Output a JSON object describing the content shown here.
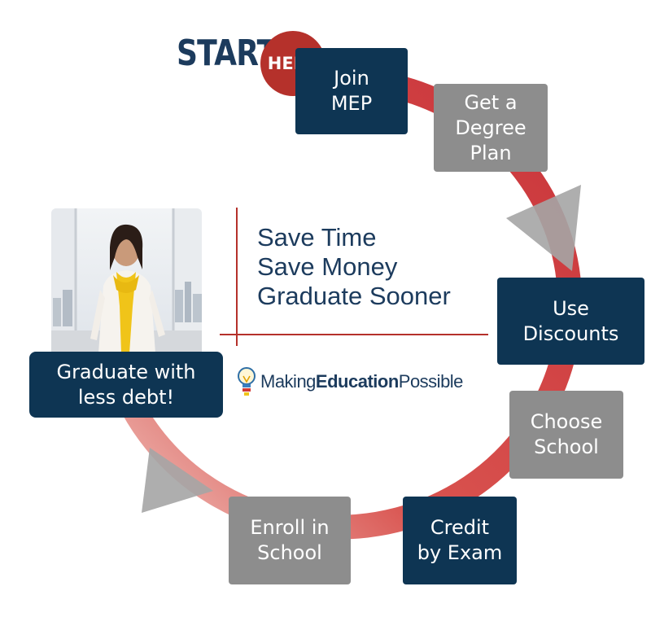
{
  "start_badge": {
    "start": "START",
    "here": "HERE"
  },
  "steps": [
    {
      "id": "join",
      "lines": [
        "Join",
        "MEP"
      ]
    },
    {
      "id": "degree",
      "lines": [
        "Get a",
        "Degree",
        "Plan"
      ]
    },
    {
      "id": "discounts",
      "lines": [
        "Use",
        "Discounts"
      ]
    },
    {
      "id": "school",
      "lines": [
        "Choose",
        "School"
      ]
    },
    {
      "id": "exam",
      "lines": [
        "Credit",
        "by Exam"
      ]
    },
    {
      "id": "enroll",
      "lines": [
        "Enroll in",
        "School"
      ]
    },
    {
      "id": "graduate",
      "lines": [
        "Graduate with",
        "less debt!"
      ]
    }
  ],
  "tagline": [
    "Save Time",
    "Save Money",
    "Graduate Sooner"
  ],
  "logo": {
    "part1": "Making",
    "part2": "Education",
    "part3": "Possible"
  },
  "colors": {
    "navy": "#0e3553",
    "gray": "#8d8d8d",
    "red": "#b5312b",
    "ring": "#c9343a",
    "text": "#1c3b5d"
  },
  "icons": {
    "logo": "lightbulb-icon",
    "photo": "graduate-woman-photo"
  }
}
